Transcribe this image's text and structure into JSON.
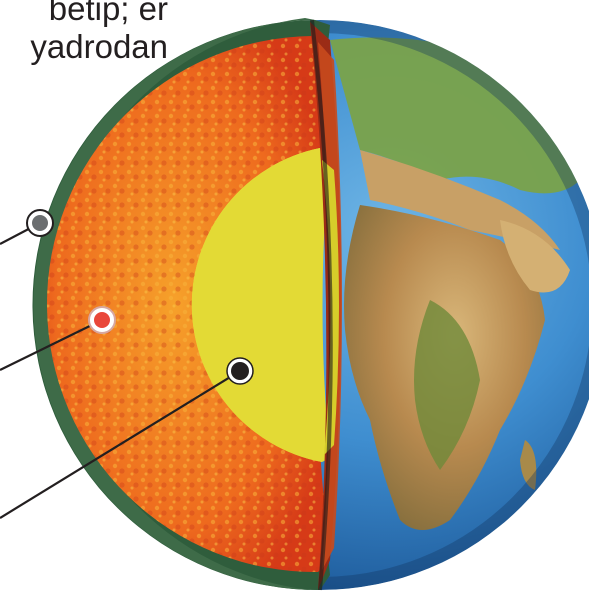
{
  "caption": {
    "lines": "betip; er\nyadrodan"
  },
  "layers": [
    {
      "id": "crust",
      "color": "#2f5d3c"
    },
    {
      "id": "mantle",
      "color": "#ef4a1a"
    },
    {
      "id": "core",
      "color": "#f2ec3a"
    }
  ],
  "markers": [
    {
      "name": "crust-marker",
      "fill": "#6b6e70"
    },
    {
      "name": "mantle-marker",
      "fill": "#e9473a"
    },
    {
      "name": "core-marker",
      "fill": "#231f20"
    }
  ]
}
